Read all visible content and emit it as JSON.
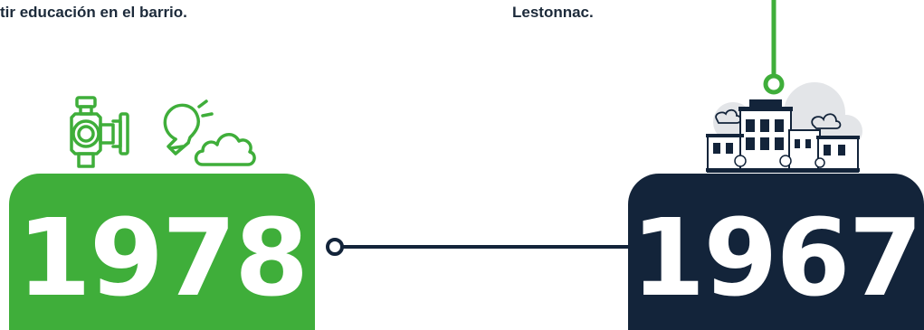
{
  "captions": {
    "left": "tir educación en el barrio.",
    "right": "Lestonnac."
  },
  "milestones": [
    {
      "year": "1978",
      "color": "#3fae3a",
      "icons": [
        "valve-icon",
        "lightbulb-icon",
        "cloud-icon"
      ]
    },
    {
      "year": "1967",
      "color": "#13243a",
      "icons": [
        "town-buildings-icon"
      ]
    }
  ],
  "colors": {
    "green": "#3fae3a",
    "navy": "#13243a",
    "connector": "#13243a"
  }
}
